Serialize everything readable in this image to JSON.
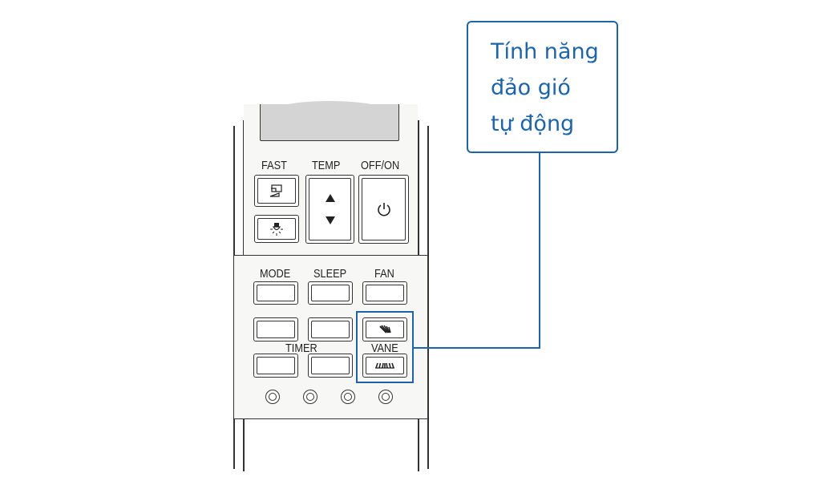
{
  "remote": {
    "top_buttons": {
      "fast": "FAST",
      "temp": "TEMP",
      "off_on": "OFF/ON"
    },
    "middle_buttons": {
      "mode": "MODE",
      "sleep": "SLEEP",
      "fan": "FAN"
    },
    "lower_labels": {
      "timer": "TIMER",
      "vane": "VANE"
    },
    "icons": {
      "fast_icon": "fast-cool-icon",
      "light_icon": "light-bulb-icon",
      "temp_up": "triangle-up-icon",
      "temp_down": "triangle-down-icon",
      "power": "power-icon",
      "swing": "vane-swing-icon",
      "vane_fixed": "vane-fixed-icon"
    }
  },
  "callout": {
    "line1": "Tính năng",
    "line2": "đảo gió",
    "line3": "tự động"
  },
  "colors": {
    "accent": "#1e64a8",
    "display": "#d4d4d4",
    "outline": "#333333"
  }
}
